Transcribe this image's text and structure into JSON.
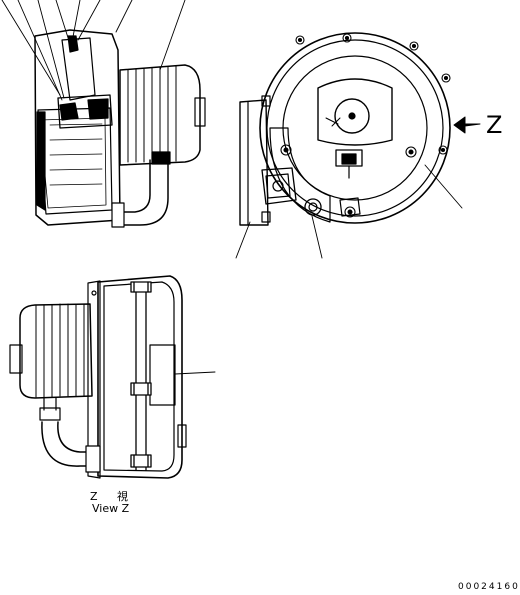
{
  "figure": {
    "view_arrow_label": "Z",
    "view_caption_ja": "Z 視",
    "view_caption_en": "View Z",
    "drawing_number": "00024160",
    "line_color": "#000000",
    "background_color": "#ffffff"
  }
}
